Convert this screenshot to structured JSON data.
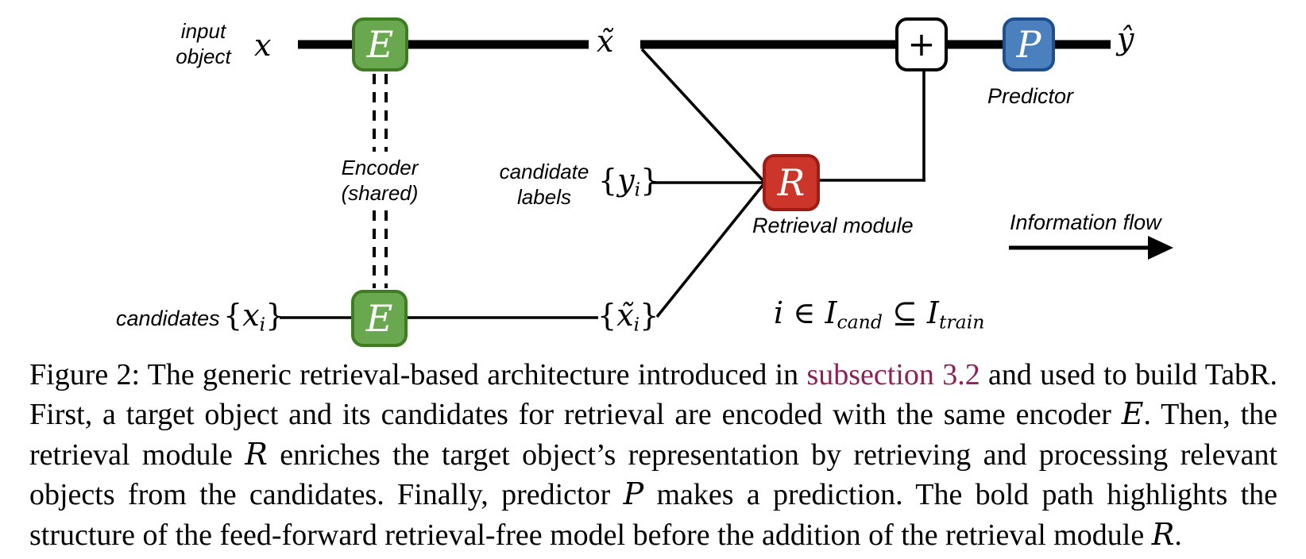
{
  "figure": {
    "kind": "architecture-diagram",
    "colors": {
      "encoder_green_fill": "#6aa84f",
      "encoder_green_border": "#3e7d22",
      "retrieval_red_fill": "#cc352a",
      "retrieval_red_border": "#9e1c15",
      "predictor_blue_fill": "#4a80be",
      "predictor_blue_border": "#1f4e8c",
      "link_color": "#8c2057",
      "line_color": "#000000"
    },
    "nodes": {
      "encoder_top": "E",
      "encoder_bottom": "E",
      "plus": "+",
      "predictor": "P",
      "retrieval": "R"
    },
    "labels": {
      "input_object_line1": "input",
      "input_object_line2": "object",
      "encoder_shared_line1": "Encoder",
      "encoder_shared_line2": "(shared)",
      "candidate_labels_line1": "candidate",
      "candidate_labels_line2": "labels",
      "candidates": "candidates",
      "retrieval_module": "Retrieval module",
      "predictor": "Predictor",
      "information_flow": "Information flow"
    },
    "symbols": {
      "x": "x",
      "x_tilde": "x̃",
      "y_hat": "ŷ",
      "y_set": {
        "open": "{",
        "var": "y",
        "sub": "i",
        "close": "}"
      },
      "x_set": {
        "open": "{",
        "var": "x",
        "sub": "i",
        "close": "}"
      },
      "x_tilde_set": {
        "open": "{",
        "var": "x̃",
        "sub": "i",
        "close": "}"
      },
      "membership": {
        "prefix": "i ∈ I",
        "sub1": "cand",
        "mid": " ⊆ I",
        "sub2": "train"
      }
    }
  },
  "caption": {
    "part1": "Figure 2: The generic retrieval-based architecture introduced in ",
    "link_text": "subsection 3.2",
    "part2": " and used to build TabR. First, a target object and its candidates for retrieval are encoded with the same encoder ",
    "math_E": "E",
    "part3": ". Then, the retrieval module ",
    "math_R": "R",
    "part4": " enriches the target object’s representation by retrieving and processing relevant objects from the candidates. Finally, predictor ",
    "math_P": "P",
    "part5": " makes a prediction. The bold path highlights the structure of the feed-forward retrieval-free model before the addition of the retrieval module ",
    "math_R2": "R",
    "part6": "."
  }
}
